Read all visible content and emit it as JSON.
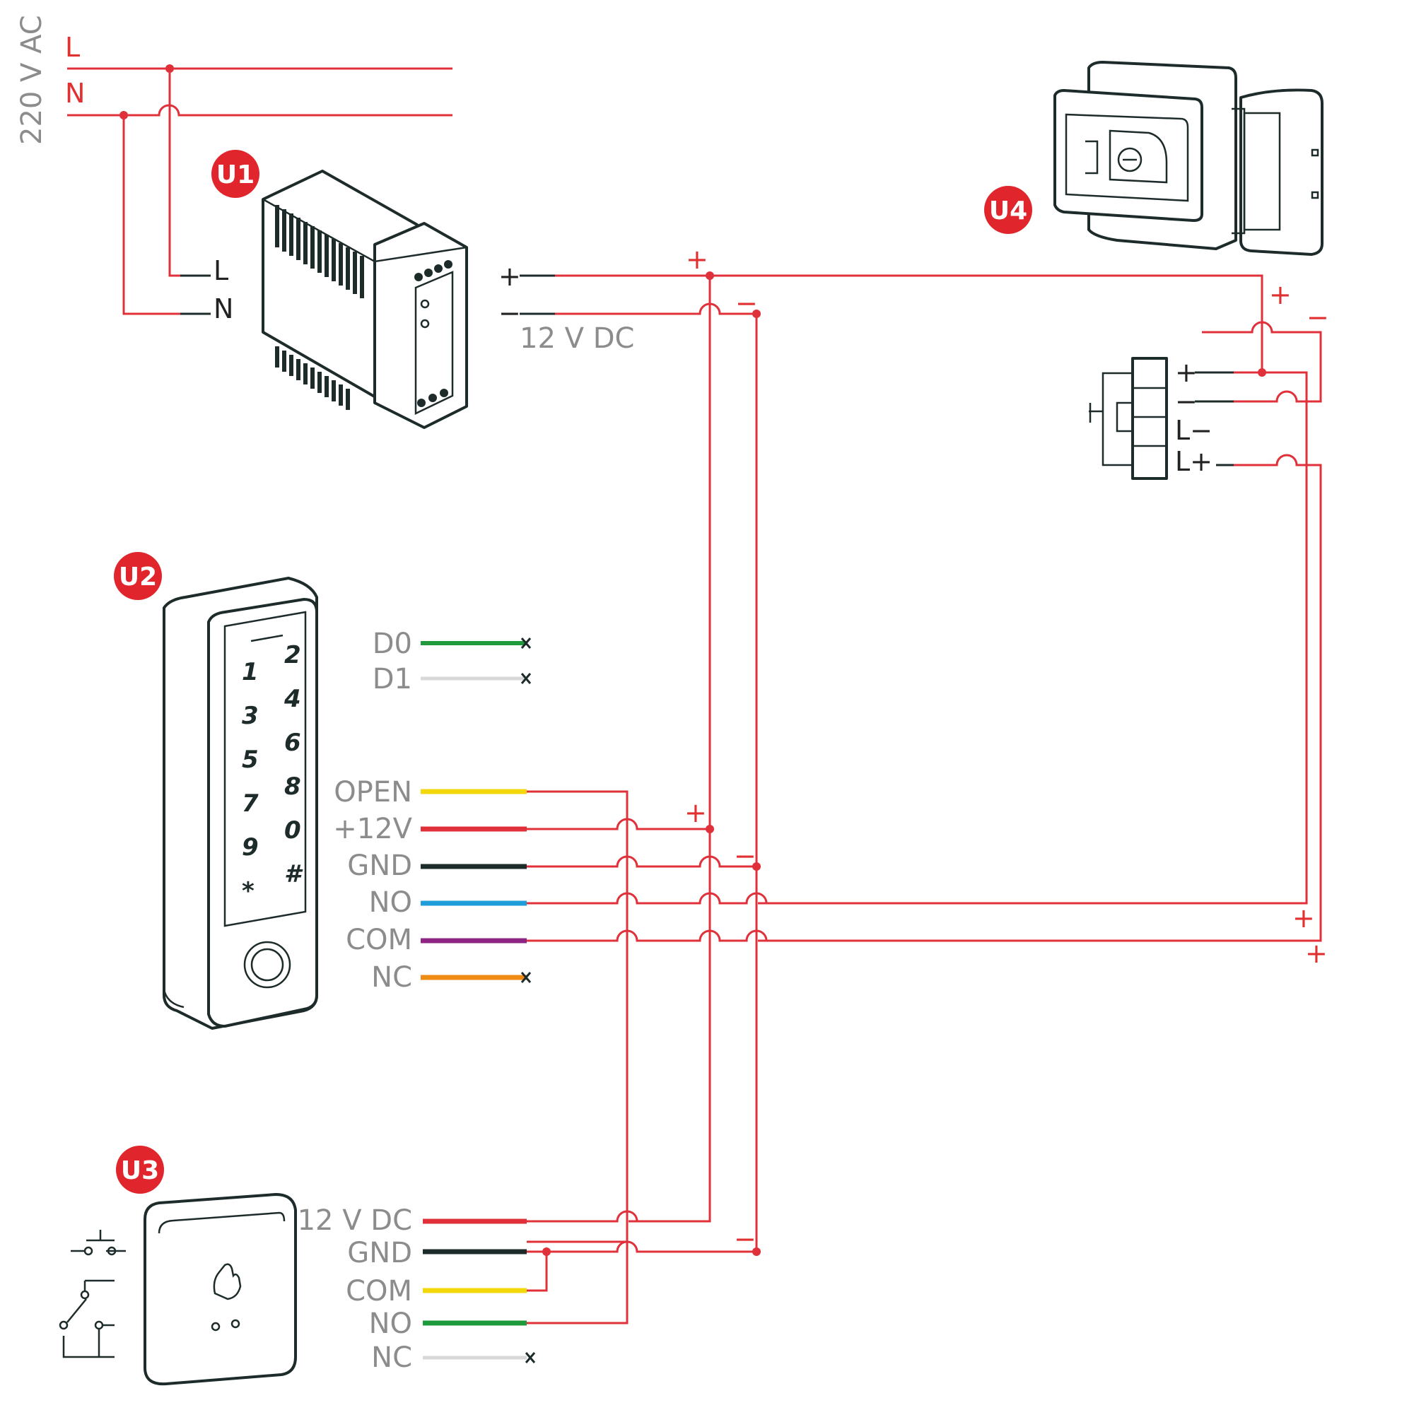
{
  "mains": {
    "voltage_label": "220 V AC",
    "l_label": "L",
    "n_label": "N"
  },
  "badges": {
    "u1": "U1",
    "u2": "U2",
    "u3": "U3",
    "u4": "U4"
  },
  "psu": {
    "in_l": "L",
    "in_n": "N",
    "out_plus": "+",
    "out_minus": "−",
    "output_label": "12  V DC"
  },
  "bus": {
    "plus": "+",
    "minus": "−"
  },
  "lock": {
    "plus": "+",
    "minus": "−",
    "terminals": [
      "+",
      "−",
      "L−",
      "L+"
    ]
  },
  "keypad": {
    "keys": [
      "1",
      "2",
      "3",
      "4",
      "5",
      "6",
      "7",
      "8",
      "9",
      "0",
      "*",
      "#"
    ],
    "wires": [
      {
        "label": "D0",
        "color": "#1f9a3a"
      },
      {
        "label": "D1",
        "color": "#e6e6e6"
      },
      {
        "label": "OPEN",
        "color": "#f2d70a"
      },
      {
        "label": "+12V",
        "color": "#e0303a"
      },
      {
        "label": "GND",
        "color": "#1e2b2b"
      },
      {
        "label": "NO",
        "color": "#1d9ed9"
      },
      {
        "label": "COM",
        "color": "#8e2585"
      },
      {
        "label": "NC",
        "color": "#ef8a12"
      }
    ],
    "plus_mark": "+",
    "minus_mark": "−",
    "no_com_marks": [
      "+",
      "+"
    ]
  },
  "exit_button": {
    "wires": [
      {
        "label": "12 V DC",
        "color": "#e0303a"
      },
      {
        "label": "GND",
        "color": "#1e2b2b"
      },
      {
        "label": "COM",
        "color": "#f2d70a"
      },
      {
        "label": "NO",
        "color": "#1f9a3a"
      },
      {
        "label": "NC",
        "color": "#e6e6e6"
      }
    ],
    "minus_mark": "−"
  },
  "colors": {
    "wire": "#e0303a",
    "badge": "#e0262c",
    "device": "#1e2b2b",
    "label": "#8c8c8c"
  }
}
